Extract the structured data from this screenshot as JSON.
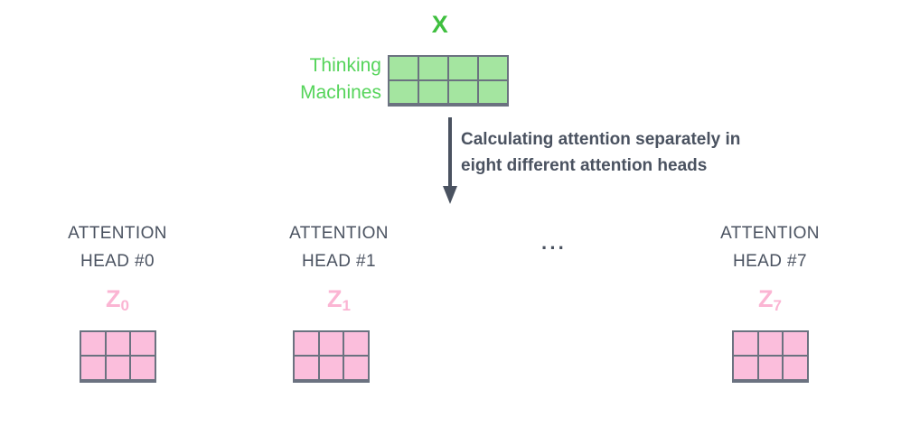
{
  "diagram": {
    "title_label": "X",
    "input_matrix": {
      "name_label": "X",
      "row_labels": [
        "Thinking",
        "Machines"
      ],
      "rows": 2,
      "cols": 4,
      "fill_color": "#A4E5A0",
      "border_color": "#6B7280",
      "label_color": "#55D45A"
    },
    "arrow": {
      "caption_line1": "Calculating attention separately in",
      "caption_line2": "eight different attention heads",
      "color": "#4A5260"
    },
    "ellipsis": "···",
    "heads": [
      {
        "title_line1": "ATTENTION",
        "title_line2": "HEAD #0",
        "output_label_base": "Z",
        "output_label_sub": "0",
        "rows": 2,
        "cols": 3,
        "fill_color": "#FBBEDC",
        "border_color": "#6B7280",
        "label_color": "#FBB5D3"
      },
      {
        "title_line1": "ATTENTION",
        "title_line2": "HEAD #1",
        "output_label_base": "Z",
        "output_label_sub": "1",
        "rows": 2,
        "cols": 3,
        "fill_color": "#FBBEDC",
        "border_color": "#6B7280",
        "label_color": "#FBB5D3"
      },
      {
        "title_line1": "ATTENTION",
        "title_line2": "HEAD #7",
        "output_label_base": "Z",
        "output_label_sub": "7",
        "rows": 2,
        "cols": 3,
        "fill_color": "#FBBEDC",
        "border_color": "#6B7280",
        "label_color": "#FBB5D3"
      }
    ]
  }
}
